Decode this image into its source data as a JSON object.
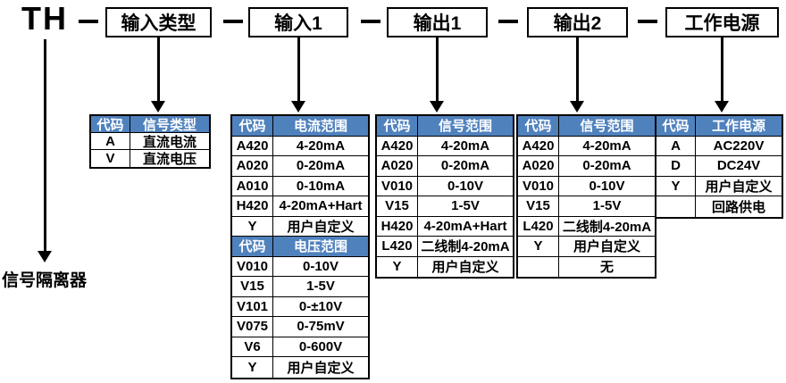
{
  "model_prefix": "TH",
  "bottom_label": "信号隔离器",
  "separator": "—",
  "top_boxes": [
    "输入类型",
    "输入1",
    "输出1",
    "输出2",
    "工作电源"
  ],
  "colors": {
    "header_bg": "#4f81bd",
    "header_fg": "#ffffff",
    "line": "#000000"
  },
  "tables": [
    {
      "name": "input-type",
      "rows": [
        {
          "type": "header",
          "code": "代码",
          "value": "信号类型"
        },
        {
          "type": "data",
          "code": "A",
          "value": "直流电流"
        },
        {
          "type": "data",
          "code": "V",
          "value": "直流电压"
        }
      ]
    },
    {
      "name": "input1",
      "rows": [
        {
          "type": "header",
          "code": "代码",
          "value": "电流范围"
        },
        {
          "type": "data",
          "code": "A420",
          "value": "4-20mA"
        },
        {
          "type": "data",
          "code": "A020",
          "value": "0-20mA"
        },
        {
          "type": "data",
          "code": "A010",
          "value": "0-10mA"
        },
        {
          "type": "data",
          "code": "H420",
          "value": "4-20mA+Hart"
        },
        {
          "type": "data",
          "code": "Y",
          "value": "用户自定义"
        },
        {
          "type": "header",
          "code": "代码",
          "value": "电压范围"
        },
        {
          "type": "data",
          "code": "V010",
          "value": "0-10V"
        },
        {
          "type": "data",
          "code": "V15",
          "value": "1-5V"
        },
        {
          "type": "data",
          "code": "V101",
          "value": "0-±10V"
        },
        {
          "type": "data",
          "code": "V075",
          "value": "0-75mV"
        },
        {
          "type": "data",
          "code": "V6",
          "value": "0-600V"
        },
        {
          "type": "data",
          "code": "Y",
          "value": "用户自定义"
        }
      ]
    },
    {
      "name": "output1",
      "rows": [
        {
          "type": "header",
          "code": "代码",
          "value": "信号范围"
        },
        {
          "type": "data",
          "code": "A420",
          "value": "4-20mA"
        },
        {
          "type": "data",
          "code": "A020",
          "value": "0-20mA"
        },
        {
          "type": "data",
          "code": "V010",
          "value": "0-10V"
        },
        {
          "type": "data",
          "code": "V15",
          "value": "1-5V"
        },
        {
          "type": "data",
          "code": "H420",
          "value": "4-20mA+Hart"
        },
        {
          "type": "data",
          "code": "L420",
          "value": "二线制4-20mA"
        },
        {
          "type": "data",
          "code": "Y",
          "value": "用户自定义"
        }
      ]
    },
    {
      "name": "output2",
      "rows": [
        {
          "type": "header",
          "code": "代码",
          "value": "信号范围"
        },
        {
          "type": "data",
          "code": "A420",
          "value": "4-20mA"
        },
        {
          "type": "data",
          "code": "A020",
          "value": "0-20mA"
        },
        {
          "type": "data",
          "code": "V010",
          "value": "0-10V"
        },
        {
          "type": "data",
          "code": "V15",
          "value": "1-5V"
        },
        {
          "type": "data",
          "code": "L420",
          "value": "二线制4-20mA"
        },
        {
          "type": "data",
          "code": "Y",
          "value": "用户自定义"
        },
        {
          "type": "data",
          "code": "",
          "value": "无"
        }
      ]
    },
    {
      "name": "power",
      "rows": [
        {
          "type": "header",
          "code": "代码",
          "value": "工作电源"
        },
        {
          "type": "data",
          "code": "A",
          "value": "AC220V"
        },
        {
          "type": "data",
          "code": "D",
          "value": "DC24V"
        },
        {
          "type": "data",
          "code": "Y",
          "value": "用户自定义"
        },
        {
          "type": "data",
          "code": "",
          "value": "回路供电"
        }
      ]
    }
  ]
}
